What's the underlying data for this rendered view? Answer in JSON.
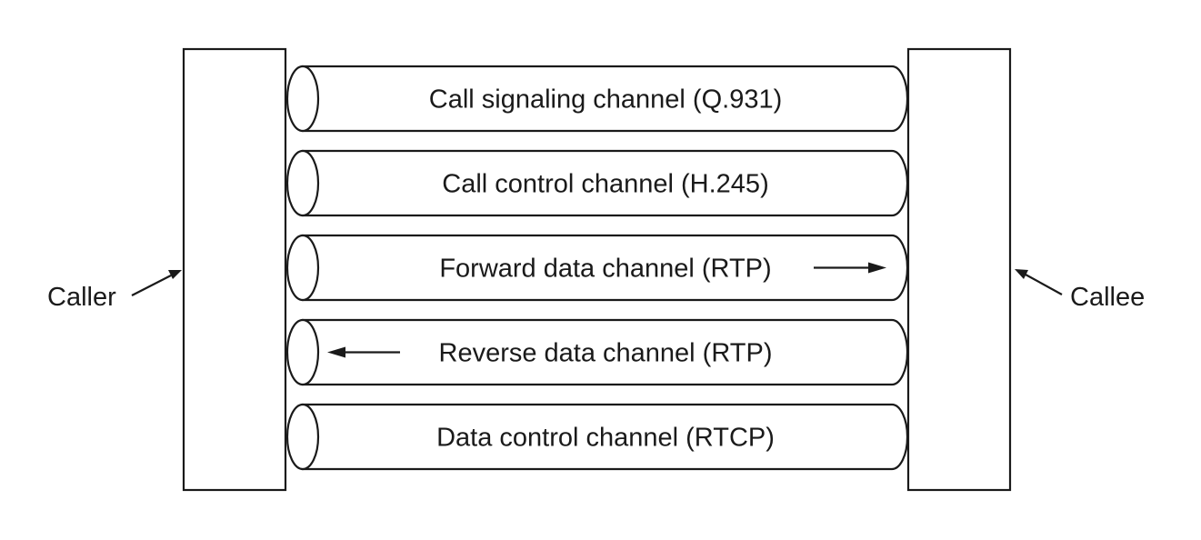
{
  "caller": {
    "label": "Caller"
  },
  "callee": {
    "label": "Callee"
  },
  "channels": [
    {
      "label": "Call signaling channel (Q.931)",
      "direction": "none"
    },
    {
      "label": "Call control channel (H.245)",
      "direction": "none"
    },
    {
      "label": "Forward data channel (RTP)",
      "direction": "forward"
    },
    {
      "label": "Reverse data channel (RTP)",
      "direction": "reverse"
    },
    {
      "label": "Data control channel (RTCP)",
      "direction": "none"
    }
  ],
  "colors": {
    "stroke": "#1a1a1a",
    "background": "#ffffff"
  }
}
